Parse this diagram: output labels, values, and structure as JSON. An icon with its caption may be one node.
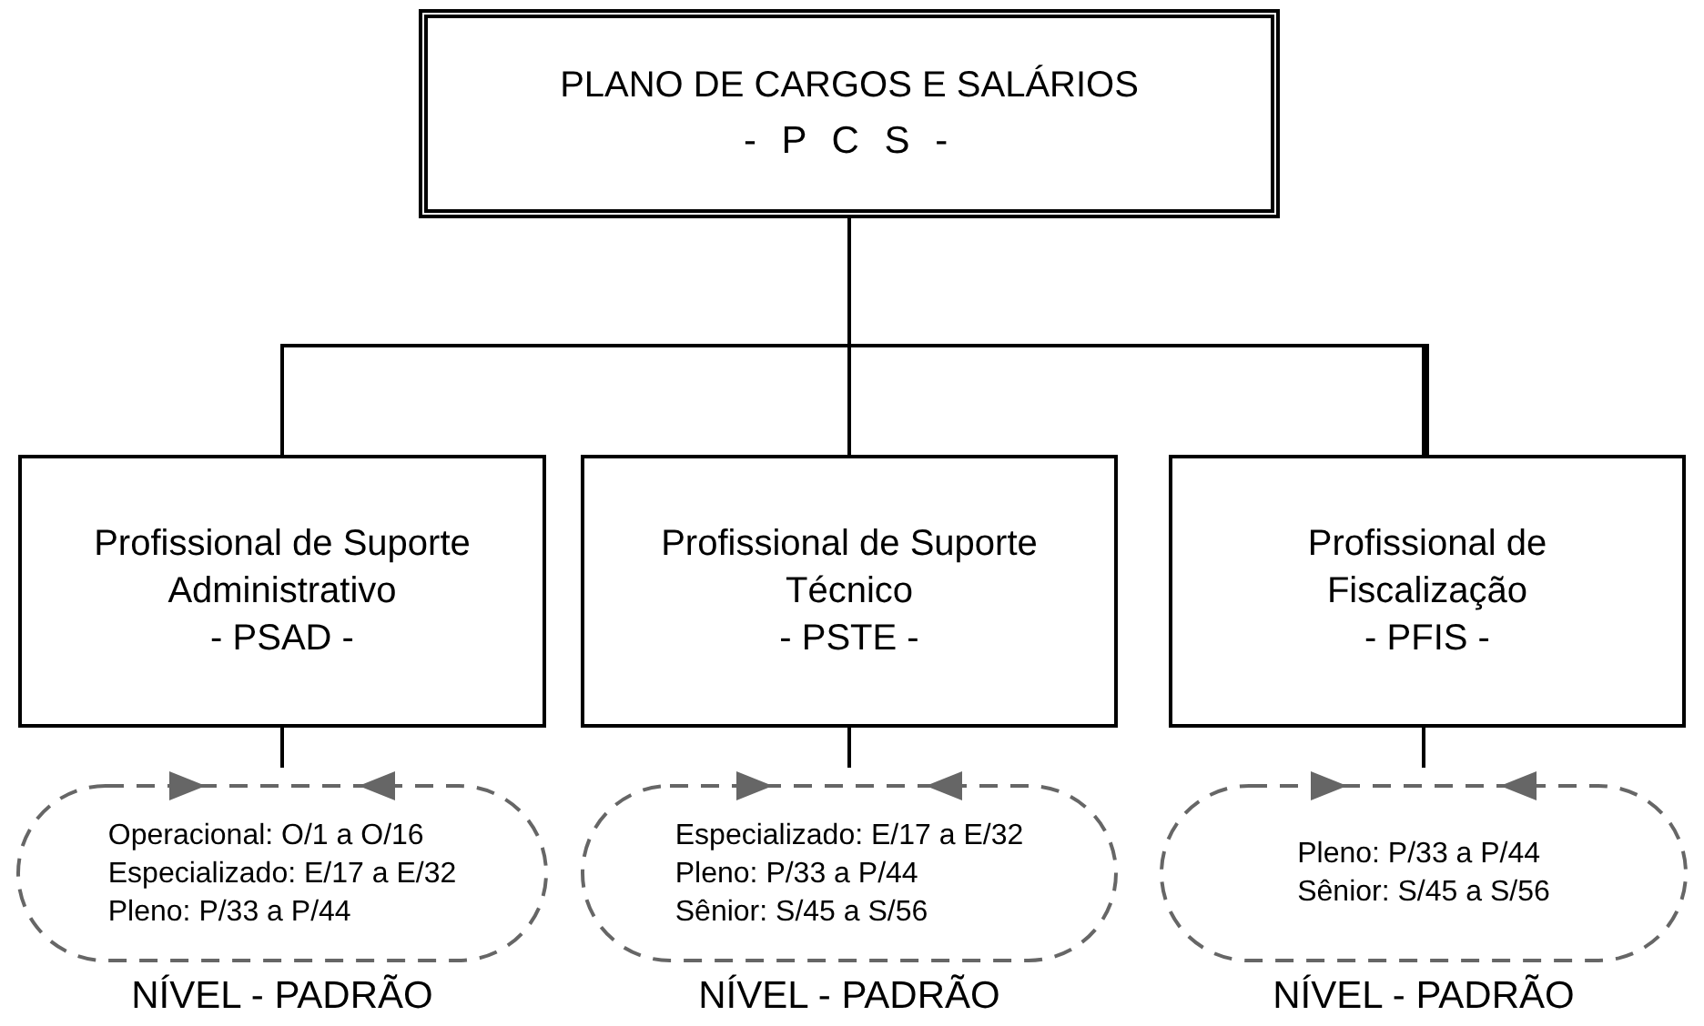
{
  "diagram": {
    "nodes": [
      {
        "text": [
          "PLANO DE CARGOS E SALÁRIOS",
          "- P C S -"
        ]
      },
      {
        "text": [
          "Profissional de Suporte Administrativo",
          "- PSAD -"
        ]
      },
      {
        "text": [
          "Operacional: O/1 a O/16",
          "Especializado: E/17 a E/32",
          "Pleno: P/33 a P/44"
        ],
        "beside": [
          "NÍVEL - PADRÃO"
        ]
      },
      {
        "text": [
          "Profissional de Suporte Técnico",
          "- PSTE -"
        ]
      },
      {
        "text": [
          "Especializado: E/17 a E/32",
          "Pleno: P/33 a P/44",
          "Sênior: S/45 a S/56"
        ],
        "beside": [
          "NÍVEL - PADRÃO"
        ]
      },
      {
        "text": [
          "Profissional de Fiscalização",
          "- PFIS -"
        ]
      },
      {
        "text": [
          "Pleno: P/33 a P/44",
          "Sênior: S/45 a S/56"
        ],
        "beside": [
          "NÍVEL - PADRÃO"
        ]
      }
    ],
    "edges": [
      {
        "from": 0,
        "to": 1,
        "arrow": "none"
      },
      {
        "from": 0,
        "to": 3,
        "arrow": "none"
      },
      {
        "from": 0,
        "to": 5,
        "arrow": "none"
      },
      {
        "from": 1,
        "to": 2,
        "arrow": "none"
      },
      {
        "from": 3,
        "to": 4,
        "arrow": "none"
      },
      {
        "from": 5,
        "to": 6,
        "arrow": "none"
      }
    ]
  }
}
